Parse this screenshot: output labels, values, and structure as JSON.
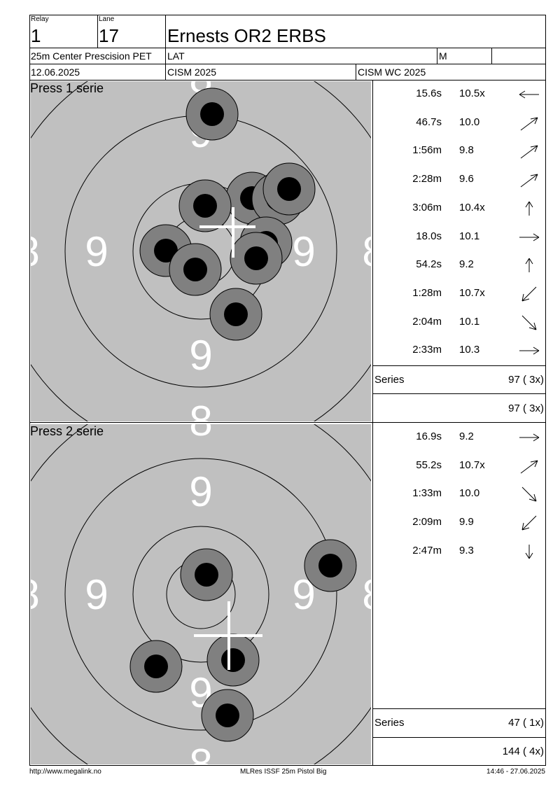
{
  "header": {
    "relay_label": "Relay",
    "relay_value": "1",
    "lane_label": "Lane",
    "lane_value": "17",
    "athlete_name": "Ernests OR2 ERBS",
    "event": "25m Center Prescision PET",
    "country": "LAT",
    "gender": "M",
    "extra": "",
    "date": "12.06.2025",
    "competition": "CISM 2025",
    "championship": "CISM WC 2025"
  },
  "series": [
    {
      "label": "Press 1 serie",
      "shots": [
        {
          "time": "15.6s",
          "score": "10.5x",
          "arrow": "arrow-left-icon"
        },
        {
          "time": "46.7s",
          "score": "10.0",
          "arrow": "arrow-up-right-icon"
        },
        {
          "time": "1:56m",
          "score": "9.8",
          "arrow": "arrow-up-right-icon"
        },
        {
          "time": "2:28m",
          "score": "9.6",
          "arrow": "arrow-up-right-icon"
        },
        {
          "time": "3:06m",
          "score": "10.4x",
          "arrow": "arrow-up-icon"
        },
        {
          "time": "18.0s",
          "score": "10.1",
          "arrow": "arrow-right-icon"
        },
        {
          "time": "54.2s",
          "score": "9.2",
          "arrow": "arrow-up-icon"
        },
        {
          "time": "1:28m",
          "score": "10.7x",
          "arrow": "arrow-down-left-icon"
        },
        {
          "time": "2:04m",
          "score": "10.1",
          "arrow": "arrow-down-right-icon"
        },
        {
          "time": "2:33m",
          "score": "10.3",
          "arrow": "arrow-right-icon"
        }
      ],
      "series_label": "Series",
      "series_total": "97 ( 3x)",
      "cumulative_total": "97 ( 3x)"
    },
    {
      "label": "Press 2 serie",
      "shots": [
        {
          "time": "16.9s",
          "score": "9.2",
          "arrow": "arrow-right-icon"
        },
        {
          "time": "55.2s",
          "score": "10.7x",
          "arrow": "arrow-up-right-icon"
        },
        {
          "time": "1:33m",
          "score": "10.0",
          "arrow": "arrow-down-right-icon"
        },
        {
          "time": "2:09m",
          "score": "9.9",
          "arrow": "arrow-down-left-icon"
        },
        {
          "time": "2:47m",
          "score": "9.3",
          "arrow": "arrow-down-icon"
        }
      ],
      "series_label": "Series",
      "series_total": "47 ( 1x)",
      "cumulative_total": "144 ( 4x)"
    }
  ],
  "target_ring_labels": {
    "nine": "9",
    "eight": "8"
  },
  "footer": {
    "url": "http://www.megalink.no",
    "software": "MLRes ISSF 25m Pistol Big",
    "timestamp": "14:46 - 27.06.2025"
  },
  "colors": {
    "target_bg": "#c0c0c0",
    "shot_outer": "#808080",
    "shot_inner": "#000000",
    "ring_label": "#ffffff"
  }
}
